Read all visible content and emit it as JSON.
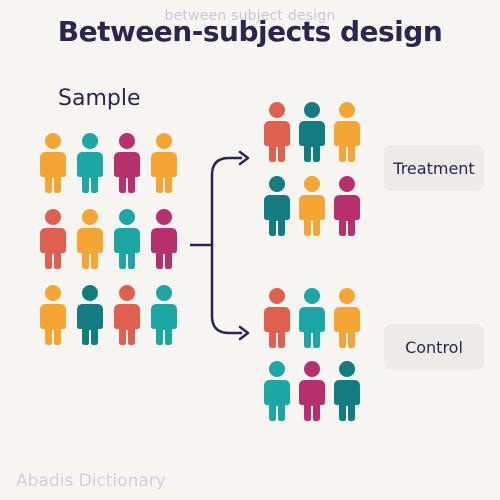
{
  "watermark_top": "between subject design",
  "title": "Between-subjects design",
  "sample_label": "Sample",
  "groups": {
    "treatment_label": "Treatment",
    "control_label": "Control"
  },
  "watermark_bottom": "Abadis Dictionary",
  "colors": {
    "orange": "#f4a534",
    "teal": "#1ca7a4",
    "magenta": "#b7306e",
    "coral": "#e0604f",
    "dark_teal": "#127c80",
    "arrow": "#2b2650"
  },
  "sample_people": [
    [
      "orange",
      "teal",
      "magenta",
      "orange"
    ],
    [
      "coral",
      "orange",
      "teal",
      "magenta"
    ],
    [
      "orange",
      "dark_teal",
      "coral",
      "teal"
    ]
  ],
  "treatment_people": [
    [
      "coral",
      "dark_teal",
      "orange"
    ],
    [
      "dark_teal",
      "orange",
      "magenta"
    ]
  ],
  "control_people": [
    [
      "coral",
      "teal",
      "orange"
    ],
    [
      "teal",
      "magenta",
      "dark_teal"
    ]
  ]
}
